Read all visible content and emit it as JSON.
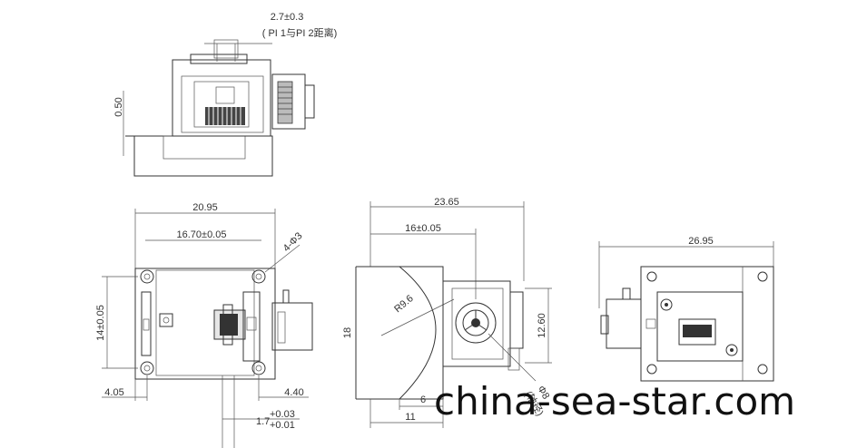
{
  "top_view": {
    "dim_pi_distance": "2.7±0.3",
    "dim_pi_note": "( PI 1与PI 2距离)",
    "dim_height": "0.50"
  },
  "front_view": {
    "dim_width": "20.95",
    "dim_hole_spacing": "16.70±0.05",
    "dim_holes": "4-Φ3",
    "dim_vertical": "14±0.05",
    "dim_left": "4.05",
    "dim_right": "4.40",
    "dim_offset_main": "1.7",
    "dim_offset_upper": "+0.03",
    "dim_offset_lower": "+0.01"
  },
  "side_view": {
    "dim_total": "23.65",
    "dim_center": "16±0.05",
    "dim_radius": "R9.6",
    "dim_height": "18",
    "dim_right_height": "12.60",
    "dim_small": "6",
    "dim_bottom": "11",
    "dim_dia": "Φ8",
    "dim_dia_note": "(轴径)"
  },
  "back_view": {
    "dim_width": "26.95"
  },
  "watermark": "china-sea-star.com"
}
